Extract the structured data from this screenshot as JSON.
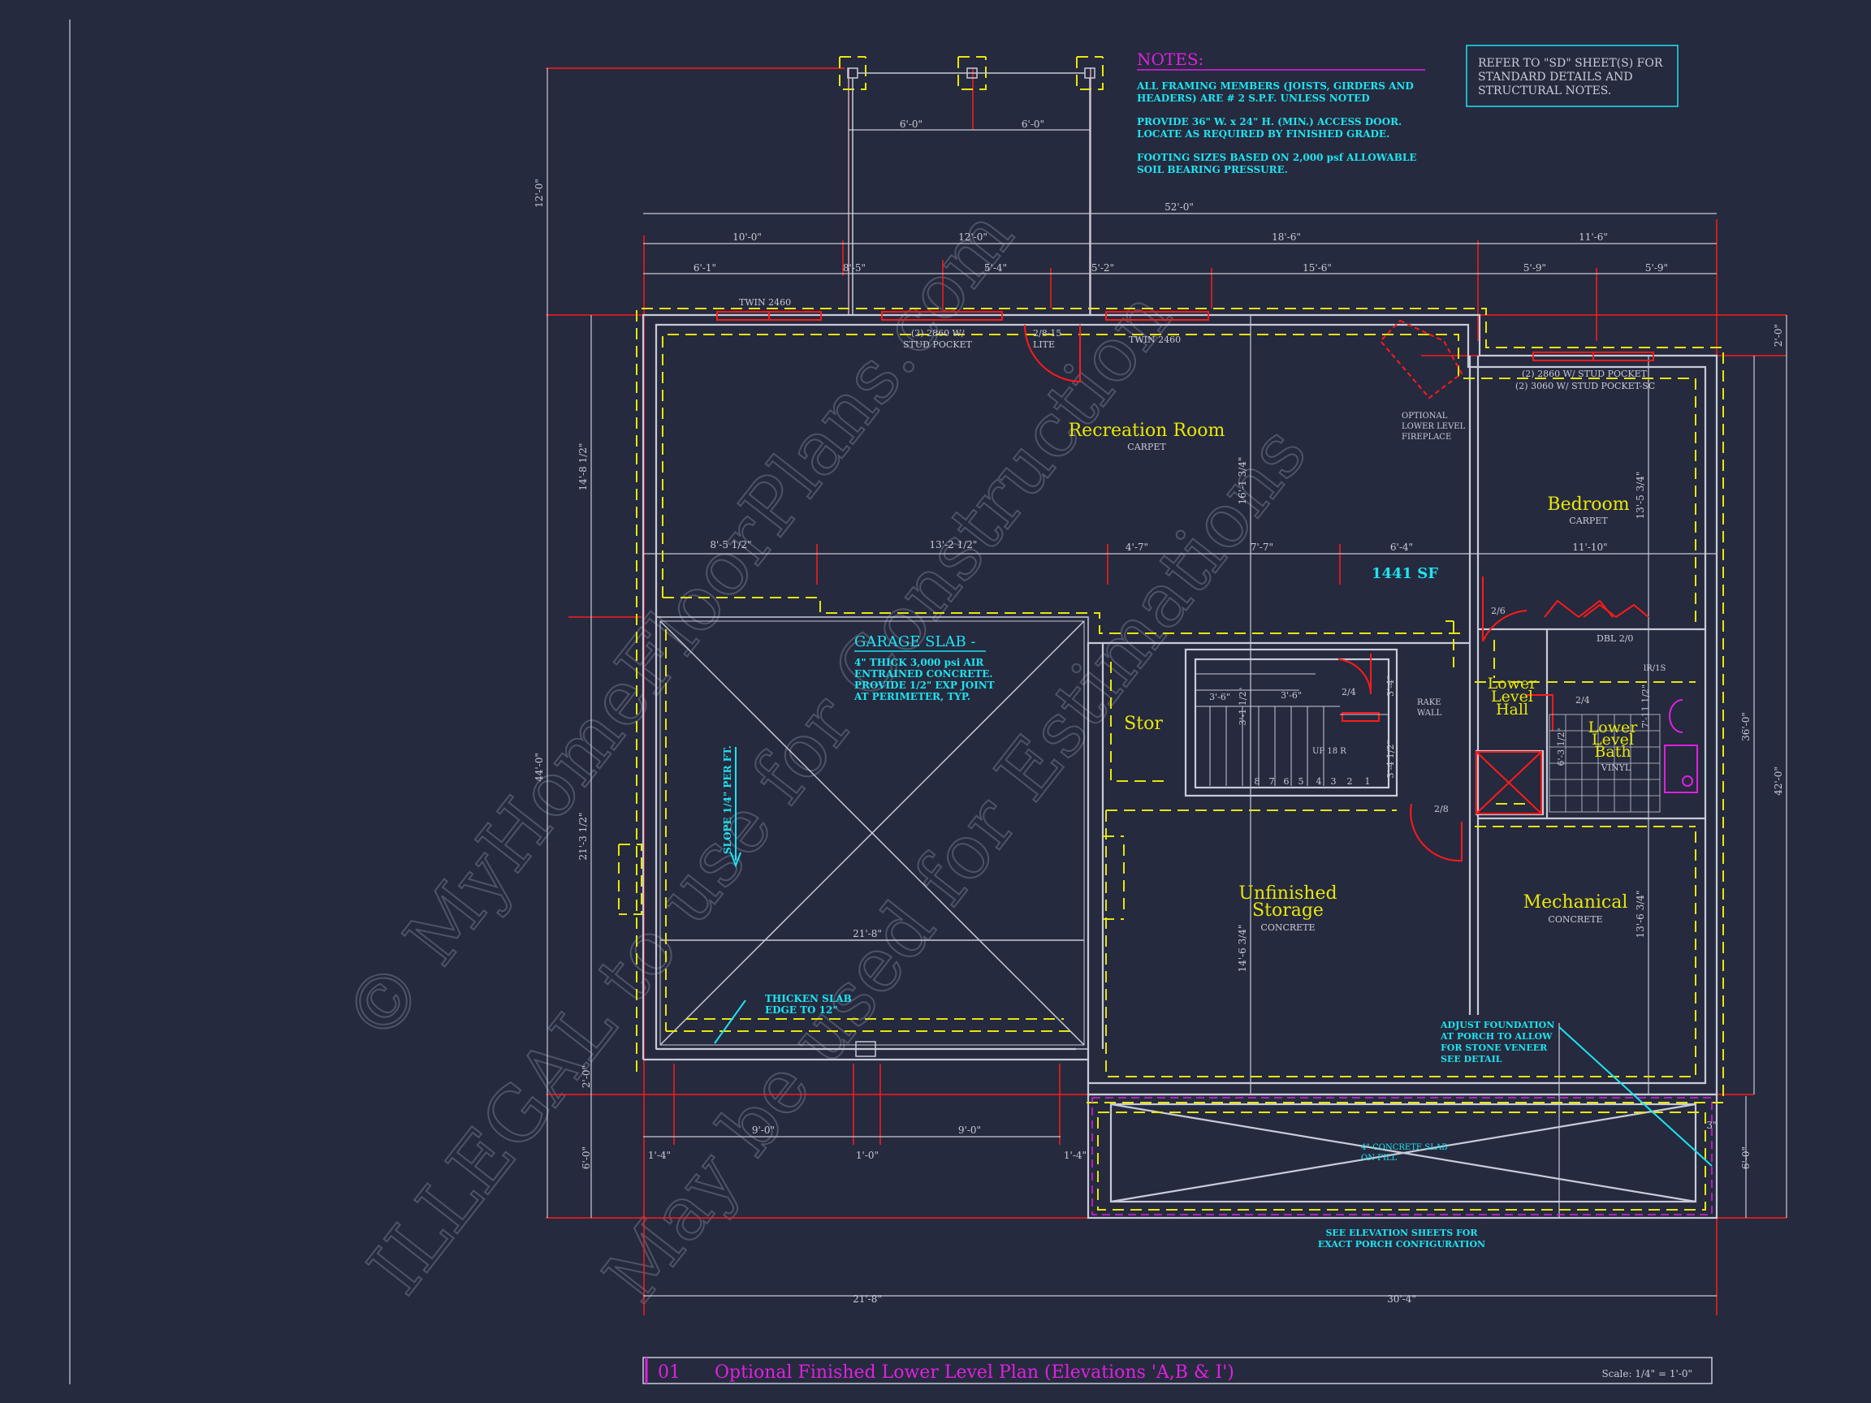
{
  "palette": {
    "background": "#252a3e",
    "wall": "#c8cbd6",
    "dimension": "#c8cbd6",
    "red": "#ff1a1a",
    "yellow": "#e8e60a",
    "cyan": "#1fe3f0",
    "magenta": "#e020e0",
    "watermark": "#9aa0b4"
  },
  "notes": {
    "heading": "NOTES:",
    "lines": [
      "ALL FRAMING MEMBERS (JOISTS, GIRDERS AND",
      "HEADERS) ARE # 2 S.P.F. UNLESS NOTED",
      "PROVIDE 36\" W. x 24\" H. (MIN.) ACCESS DOOR.",
      "LOCATE AS REQUIRED BY FINISHED GRADE.",
      "FOOTING SIZES BASED ON 2,000 psf ALLOWABLE",
      "SOIL BEARING PRESSURE."
    ]
  },
  "refer_box": [
    "REFER TO \"SD\" SHEET(S) FOR",
    "STANDARD DETAILS AND",
    "STRUCTURAL NOTES."
  ],
  "rooms": {
    "recreation": {
      "name": "Recreation  Room",
      "finish": "CARPET"
    },
    "bedroom": {
      "name": "Bedroom",
      "finish": "CARPET"
    },
    "stor": {
      "name": "Stor"
    },
    "lower_hall": {
      "line1": "Lower",
      "line2": "Level",
      "line3": "Hall"
    },
    "lower_bath": {
      "line1": "Lower",
      "line2": "Level",
      "line3": "Bath",
      "finish": "VINYL"
    },
    "unfinished": {
      "line1": "Unfinished",
      "line2": "Storage",
      "finish": "CONCRETE"
    },
    "mechanical": {
      "name": "Mechanical",
      "finish": "CONCRETE"
    }
  },
  "area_label": "1441  SF",
  "garage": {
    "title": "GARAGE  SLAB  -",
    "lines": [
      "4\" THICK 3,000 psi AIR",
      "ENTRAINED CONCRETE.",
      "PROVIDE 1/2\" EXP JOINT",
      "AT PERIMETER, TYP."
    ],
    "slope": "SLOPE 1/4\" PER FT.",
    "thicken1": "THICKEN SLAB",
    "thicken2": "EDGE TO 12\""
  },
  "callouts": {
    "twin_left": "TWIN  2460",
    "twin_right": "TWIN  2460",
    "stud_pocket1": "(2) 2860 W/",
    "stud_pocket2": "STUD POCKET",
    "lite1": "2/8-15",
    "lite2": "LITE",
    "fireplace1": "OPTIONAL",
    "fireplace2": "LOWER LEVEL",
    "fireplace3": "FIREPLACE",
    "bed_window1": "(2) 2860  W/  STUD POCKET",
    "bed_window2": "(2) 3060 W/ STUD POCKET-SC",
    "door_26": "2/6",
    "door_24a": "2/4",
    "door_24b": "2/4",
    "door_28": "2/8",
    "dbl": "DBL 2/0",
    "lr": "lR/1S",
    "rake1": "RAKE",
    "rake2": "WALL",
    "stairs": "UP  18  R",
    "adjust1": "ADJUST FOUNDATION",
    "adjust2": "AT PORCH TO ALLOW",
    "adjust3": "FOR STONE VENEER",
    "adjust4": "SEE DETAIL",
    "porch_slab1": "4\" CONCRETE SLAB",
    "porch_slab2": "ON FILL",
    "elev1": "SEE ELEVATION SHEETS FOR",
    "elev2": "EXACT PORCH CONFIGURATION"
  },
  "dimensions": {
    "d_6_0a": "6'-0\"",
    "d_6_0b": "6'-0\"",
    "d_12_0_left": "12'-0\"",
    "d_52_0": "52'-0\"",
    "d_10_0": "10'-0\"",
    "d_12_0": "12'-0\"",
    "d_18_6": "18'-6\"",
    "d_11_6": "11'-6\"",
    "d_6_1": "6'-1\"",
    "d_8_5": "8'-5\"",
    "d_5_4": "5'-4\"",
    "d_5_2": "5'-2\"",
    "d_15_6": "15'-6\"",
    "d_5_9a": "5'-9\"",
    "d_5_9b": "5'-9\"",
    "d_8_5h": "8'-5 1/2\"",
    "d_13_2h": "13'-2 1/2\"",
    "d_4_7": "4'-7\"",
    "d_7_7": "7'-7\"",
    "d_6_4": "6'-4\"",
    "d_11_10": "11'-10\"",
    "d_14_8": "14'-8 1/2\"",
    "d_44_0": "44'-0\"",
    "d_21_3": "21'-3 1/2\"",
    "d_2_0_left": "2'-0\"",
    "d_6_0_left": "6'-0\"",
    "d_16_1": "16'-1 3/4\"",
    "d_14_6": "14'-6 3/4\"",
    "d_13_5": "13'-5 3/4\"",
    "d_13_6": "13'-6 3/4\"",
    "d_7_11": "7'-11 1/2\"",
    "d_6_3": "6'-3 1/2\"",
    "d_3_4a": "3'-4\"",
    "d_3_4b": "3'-4 1/2\"",
    "d_3_1": "3'-1 1/2\"",
    "d_3_6a": "3'-6\"",
    "d_3_6b": "3'-6\"",
    "d_2_0_right": "2'-0\"",
    "d_36_0": "36'-0\"",
    "d_42_0": "42'-0\"",
    "d_6_0_right": "6'-0\"",
    "d_3": "3\"",
    "d_21_8_slab": "21'-8\"",
    "d_9_0a": "9'-0\"",
    "d_9_0b": "9'-0\"",
    "d_1_4a": "1'-4\"",
    "d_1_0": "1'-0\"",
    "d_1_4b": "1'-4\"",
    "d_21_8_bot": "21'-8\"",
    "d_30_4": "30'-4\""
  },
  "stair_numbers": [
    "8",
    "7",
    "6",
    "5",
    "4",
    "3",
    "2",
    "1"
  ],
  "title_bar": {
    "number": "01",
    "title": "Optional  Finished  Lower  Level  Plan  (Elevations  'A,B  &  I')",
    "scale": "Scale: 1/4\" = 1'-0\""
  },
  "watermark": {
    "line1": "© MyHomeFloorPlans.com",
    "line2": "ILLEGAL to use for Construction",
    "line3": "May be used for Estimations"
  }
}
